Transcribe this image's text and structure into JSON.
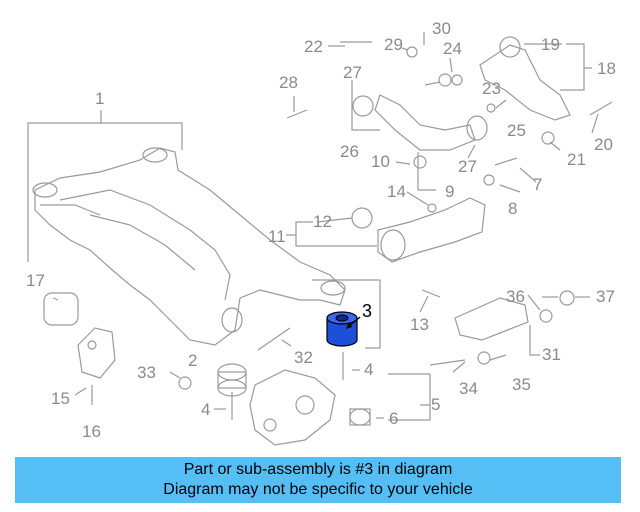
{
  "callouts": {
    "c1": "1",
    "c2": "2",
    "c3": "3",
    "c4a": "4",
    "c4b": "4",
    "c5": "5",
    "c6": "6",
    "c7": "7",
    "c8": "8",
    "c9": "9",
    "c10": "10",
    "c11": "11",
    "c12": "12",
    "c13": "13",
    "c14": "14",
    "c15": "15",
    "c16": "16",
    "c17": "17",
    "c18": "18",
    "c19": "19",
    "c20": "20",
    "c21": "21",
    "c22": "22",
    "c23": "23",
    "c24": "24",
    "c25": "25",
    "c26": "26",
    "c27a": "27",
    "c27b": "27",
    "c28": "28",
    "c29": "29",
    "c30": "30",
    "c31": "31",
    "c32": "32",
    "c33": "33",
    "c34": "34",
    "c35": "35",
    "c36": "36",
    "c37": "37"
  },
  "banner": {
    "line1": "Part or sub-assembly is #3 in diagram",
    "line2": "Diagram may not be specific to your vehicle"
  },
  "colors": {
    "highlight_part": "#1d4fd8",
    "banner_bg": "#55bff5",
    "line_gray": "#9a9a9a"
  }
}
